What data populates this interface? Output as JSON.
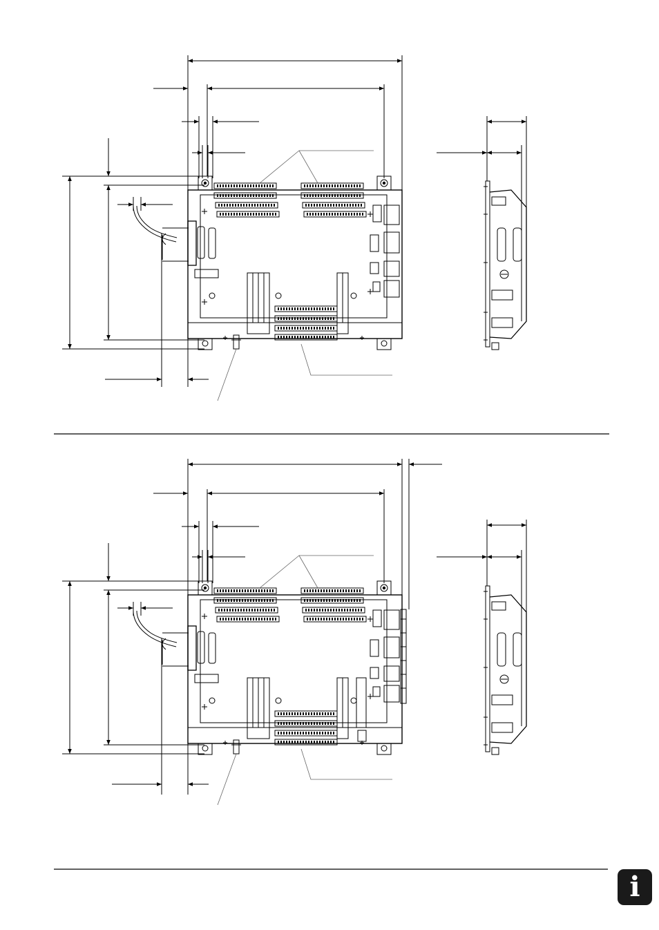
{
  "page": {
    "info_icon": "info-icon",
    "info_glyph": "i",
    "colors": {
      "ink": "#000000",
      "leader": "#666666",
      "badge": "#1a1a1a",
      "paper": "#ffffff"
    }
  },
  "drawings": [
    {
      "id": "upper",
      "variant": "base-unit",
      "view": [
        "front",
        "side"
      ]
    },
    {
      "id": "lower",
      "variant": "base-unit-with-extra-connector",
      "view": [
        "front",
        "side"
      ]
    }
  ]
}
